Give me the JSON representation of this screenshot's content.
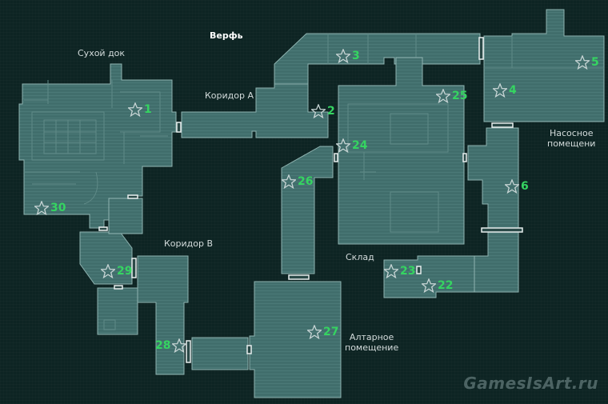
{
  "labels": {
    "shipyard": "Верфь",
    "dry_dock": "Сухой док",
    "corridor_a": "Коридор А",
    "corridor_b": "Коридор В",
    "pump_room_line1": "Насосное",
    "pump_room_line2": "помещени",
    "warehouse": "Склад",
    "altar_room_line1": "Алтарное",
    "altar_room_line2": "помещение"
  },
  "markers": [
    "1",
    "2",
    "3",
    "4",
    "5",
    "6",
    "22",
    "23",
    "24",
    "25",
    "26",
    "27",
    "28",
    "29",
    "30"
  ],
  "watermark": "GamesIsArt.ru",
  "colors": {
    "background": "#0d2423",
    "room_fill": "#3f6b69",
    "room_stroke": "#8fb3b0",
    "marker_number": "#35d461",
    "label_text": "#d4dcdc"
  },
  "icons": {
    "marker": "star-outline-icon"
  }
}
